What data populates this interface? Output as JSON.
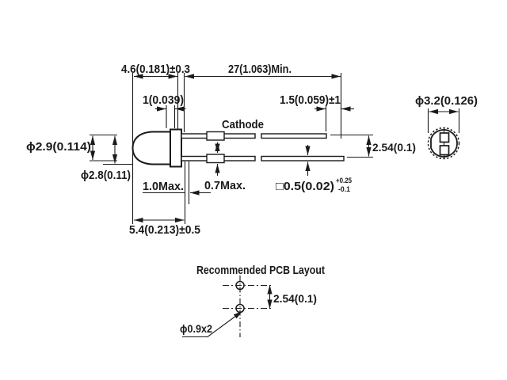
{
  "drawing": {
    "colors": {
      "line": "#1a1a1a",
      "background": "#ffffff"
    },
    "side_view": {
      "dim_body_length": "4.6(0.181)±0.3",
      "dim_lead_length": "27(1.063)Min.",
      "dim_flange_thickness": "1(0.039)",
      "dim_lead_tip": "1.5(0.059)±1",
      "cathode_label": "Cathode",
      "dim_dome_diameter": "ϕ2.9(0.114)",
      "dim_body_diameter": "ϕ2.8(0.11)",
      "dim_standoff": "1.0Max.",
      "dim_tab_thickness": "0.7Max.",
      "dim_lead_square": "□0.5(0.02)",
      "dim_lead_square_tol_plus": "+0.25",
      "dim_lead_square_tol_minus": "-0.1",
      "dim_total_length": "5.4(0.213)±0.5",
      "dim_lead_pitch": "2.54(0.1)"
    },
    "end_view": {
      "dim_flange_diameter": "ϕ3.2(0.126)"
    },
    "pcb_layout": {
      "title": "Recommended PCB Layout",
      "dim_hole_pitch": "2.54(0.1)",
      "dim_hole_diameter": "ϕ0.9x2"
    }
  }
}
